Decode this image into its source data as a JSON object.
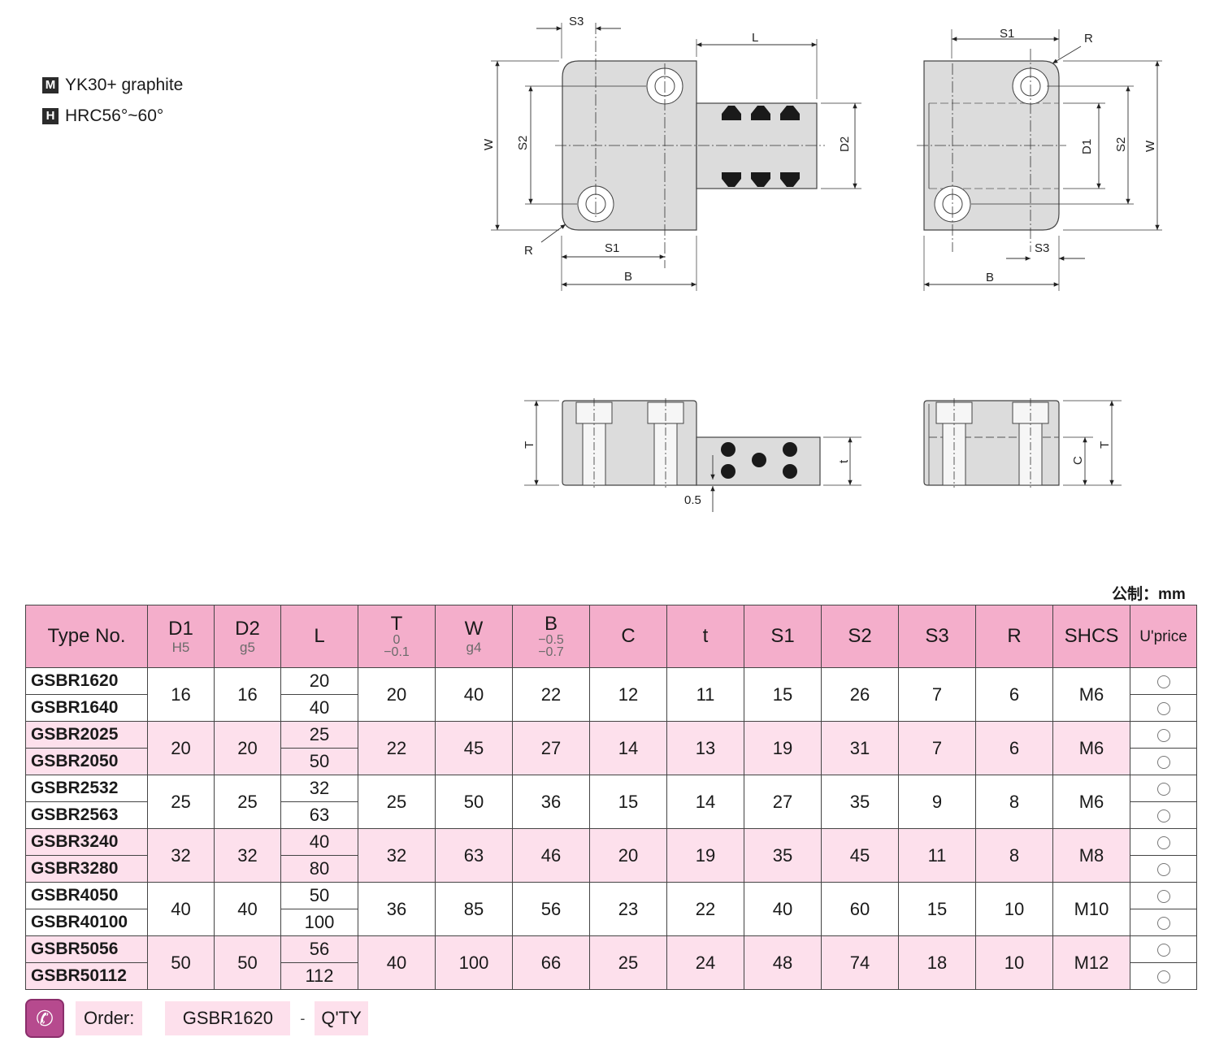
{
  "materials": [
    {
      "code": "M",
      "text": "YK30+ graphite"
    },
    {
      "code": "H",
      "text": "HRC56°~60°"
    }
  ],
  "drawing_labels": {
    "S1": "S1",
    "S2": "S2",
    "S3": "S3",
    "L": "L",
    "W": "W",
    "B": "B",
    "R": "R",
    "D1": "D1",
    "D2": "D2",
    "T": "T",
    "t": "t",
    "C": "C",
    "offset": "0.5"
  },
  "unit_note": "公制：mm",
  "table": {
    "headers": [
      {
        "label": "Type No.",
        "tol": ""
      },
      {
        "label": "D1",
        "tol": "H5"
      },
      {
        "label": "D2",
        "tol": "g5"
      },
      {
        "label": "L",
        "tol": ""
      },
      {
        "label": "T",
        "tol_upper": "0",
        "tol_lower": "−0.1"
      },
      {
        "label": "W",
        "tol": "g4"
      },
      {
        "label": "B",
        "tol_upper": "−0.5",
        "tol_lower": "−0.7"
      },
      {
        "label": "C",
        "tol": ""
      },
      {
        "label": "t",
        "tol": ""
      },
      {
        "label": "S1",
        "tol": ""
      },
      {
        "label": "S2",
        "tol": ""
      },
      {
        "label": "S3",
        "tol": ""
      },
      {
        "label": "R",
        "tol": ""
      },
      {
        "label": "SHCS",
        "tol": ""
      },
      {
        "label": "U'price",
        "tol": ""
      }
    ],
    "groups": [
      {
        "types": [
          "GSBR1620",
          "GSBR1640"
        ],
        "D1": "16",
        "D2": "16",
        "L": [
          "20",
          "40"
        ],
        "T": "20",
        "W": "40",
        "B": "22",
        "C": "12",
        "t": "11",
        "S1": "15",
        "S2": "26",
        "S3": "7",
        "R": "6",
        "SHCS": "M6"
      },
      {
        "types": [
          "GSBR2025",
          "GSBR2050"
        ],
        "D1": "20",
        "D2": "20",
        "L": [
          "25",
          "50"
        ],
        "T": "22",
        "W": "45",
        "B": "27",
        "C": "14",
        "t": "13",
        "S1": "19",
        "S2": "31",
        "S3": "7",
        "R": "6",
        "SHCS": "M6"
      },
      {
        "types": [
          "GSBR2532",
          "GSBR2563"
        ],
        "D1": "25",
        "D2": "25",
        "L": [
          "32",
          "63"
        ],
        "T": "25",
        "W": "50",
        "B": "36",
        "C": "15",
        "t": "14",
        "S1": "27",
        "S2": "35",
        "S3": "9",
        "R": "8",
        "SHCS": "M6"
      },
      {
        "types": [
          "GSBR3240",
          "GSBR3280"
        ],
        "D1": "32",
        "D2": "32",
        "L": [
          "40",
          "80"
        ],
        "T": "32",
        "W": "63",
        "B": "46",
        "C": "20",
        "t": "19",
        "S1": "35",
        "S2": "45",
        "S3": "11",
        "R": "8",
        "SHCS": "M8"
      },
      {
        "types": [
          "GSBR4050",
          "GSBR40100"
        ],
        "D1": "40",
        "D2": "40",
        "L": [
          "50",
          "100"
        ],
        "T": "36",
        "W": "85",
        "B": "56",
        "C": "23",
        "t": "22",
        "S1": "40",
        "S2": "60",
        "S3": "15",
        "R": "10",
        "SHCS": "M10"
      },
      {
        "types": [
          "GSBR5056",
          "GSBR50112"
        ],
        "D1": "50",
        "D2": "50",
        "L": [
          "56",
          "112"
        ],
        "T": "40",
        "W": "100",
        "B": "66",
        "C": "25",
        "t": "24",
        "S1": "48",
        "S2": "74",
        "S3": "18",
        "R": "10",
        "SHCS": "M12"
      }
    ]
  },
  "order": {
    "label": "Order:",
    "example": "GSBR1620",
    "separator": "-",
    "qty": "Q'TY",
    "icon": "phone-icon"
  },
  "colors": {
    "header": "#f4aecb",
    "row_alt": "#fde0ec",
    "part_fill": "#dcdcdc",
    "accent": "#b64a8e"
  }
}
